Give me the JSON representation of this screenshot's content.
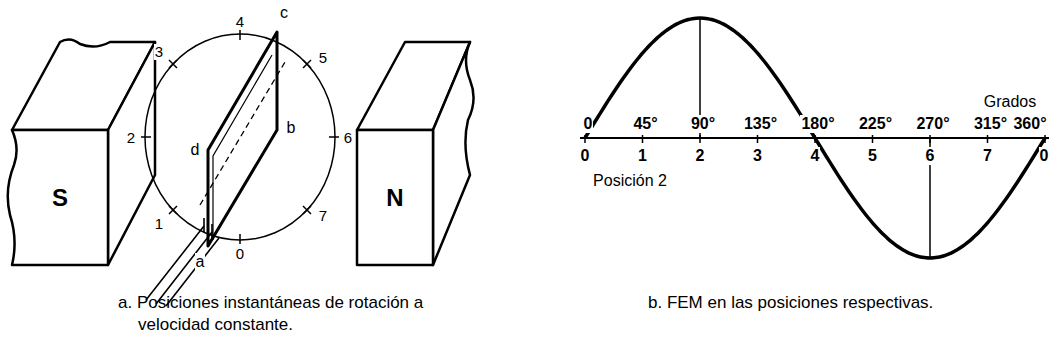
{
  "diagram": {
    "nodes": [
      {
        "text": [
          "S"
        ]
      },
      {
        "text": [
          "N"
        ]
      }
    ],
    "labels": [
      "4",
      "c",
      "3",
      "5",
      "2",
      "d",
      "b",
      "6",
      "1",
      "7",
      "a",
      "0",
      "Grados",
      "0",
      "45°",
      "90°",
      "135°",
      "180°",
      "225°",
      "270°",
      "315°",
      "360°",
      "0",
      "1",
      "2",
      "3",
      "4",
      "5",
      "6",
      "7",
      "0",
      "Posición 2",
      "a. Posiciones instantáneas de rotación a velocidad constante.",
      "b. FEM en las posiciones respectivas."
    ]
  }
}
